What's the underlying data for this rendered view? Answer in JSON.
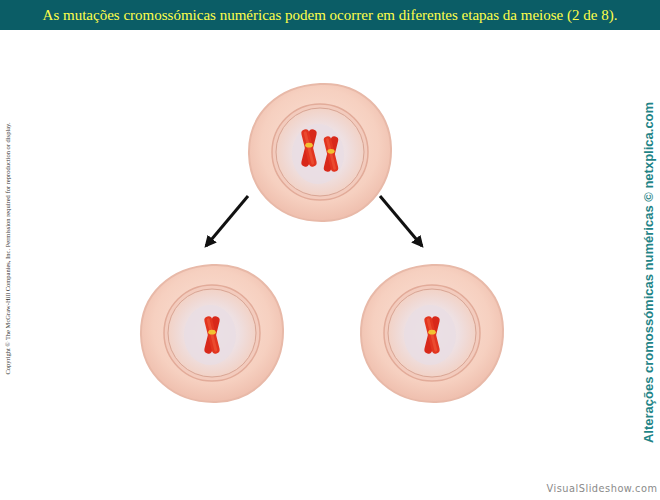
{
  "diagram": {
    "title": "As mutações cromossómicas numéricas podem ocorrer em diferentes etapas da meiose (2 de 8).",
    "labels": [
      "Copyright © The McGraw-Hill Companies, Inc. Permission required for reproduction or display.",
      "Alterações cromossómicas numéricas © netxplica.com",
      "VisualSlideshow.com"
    ]
  }
}
